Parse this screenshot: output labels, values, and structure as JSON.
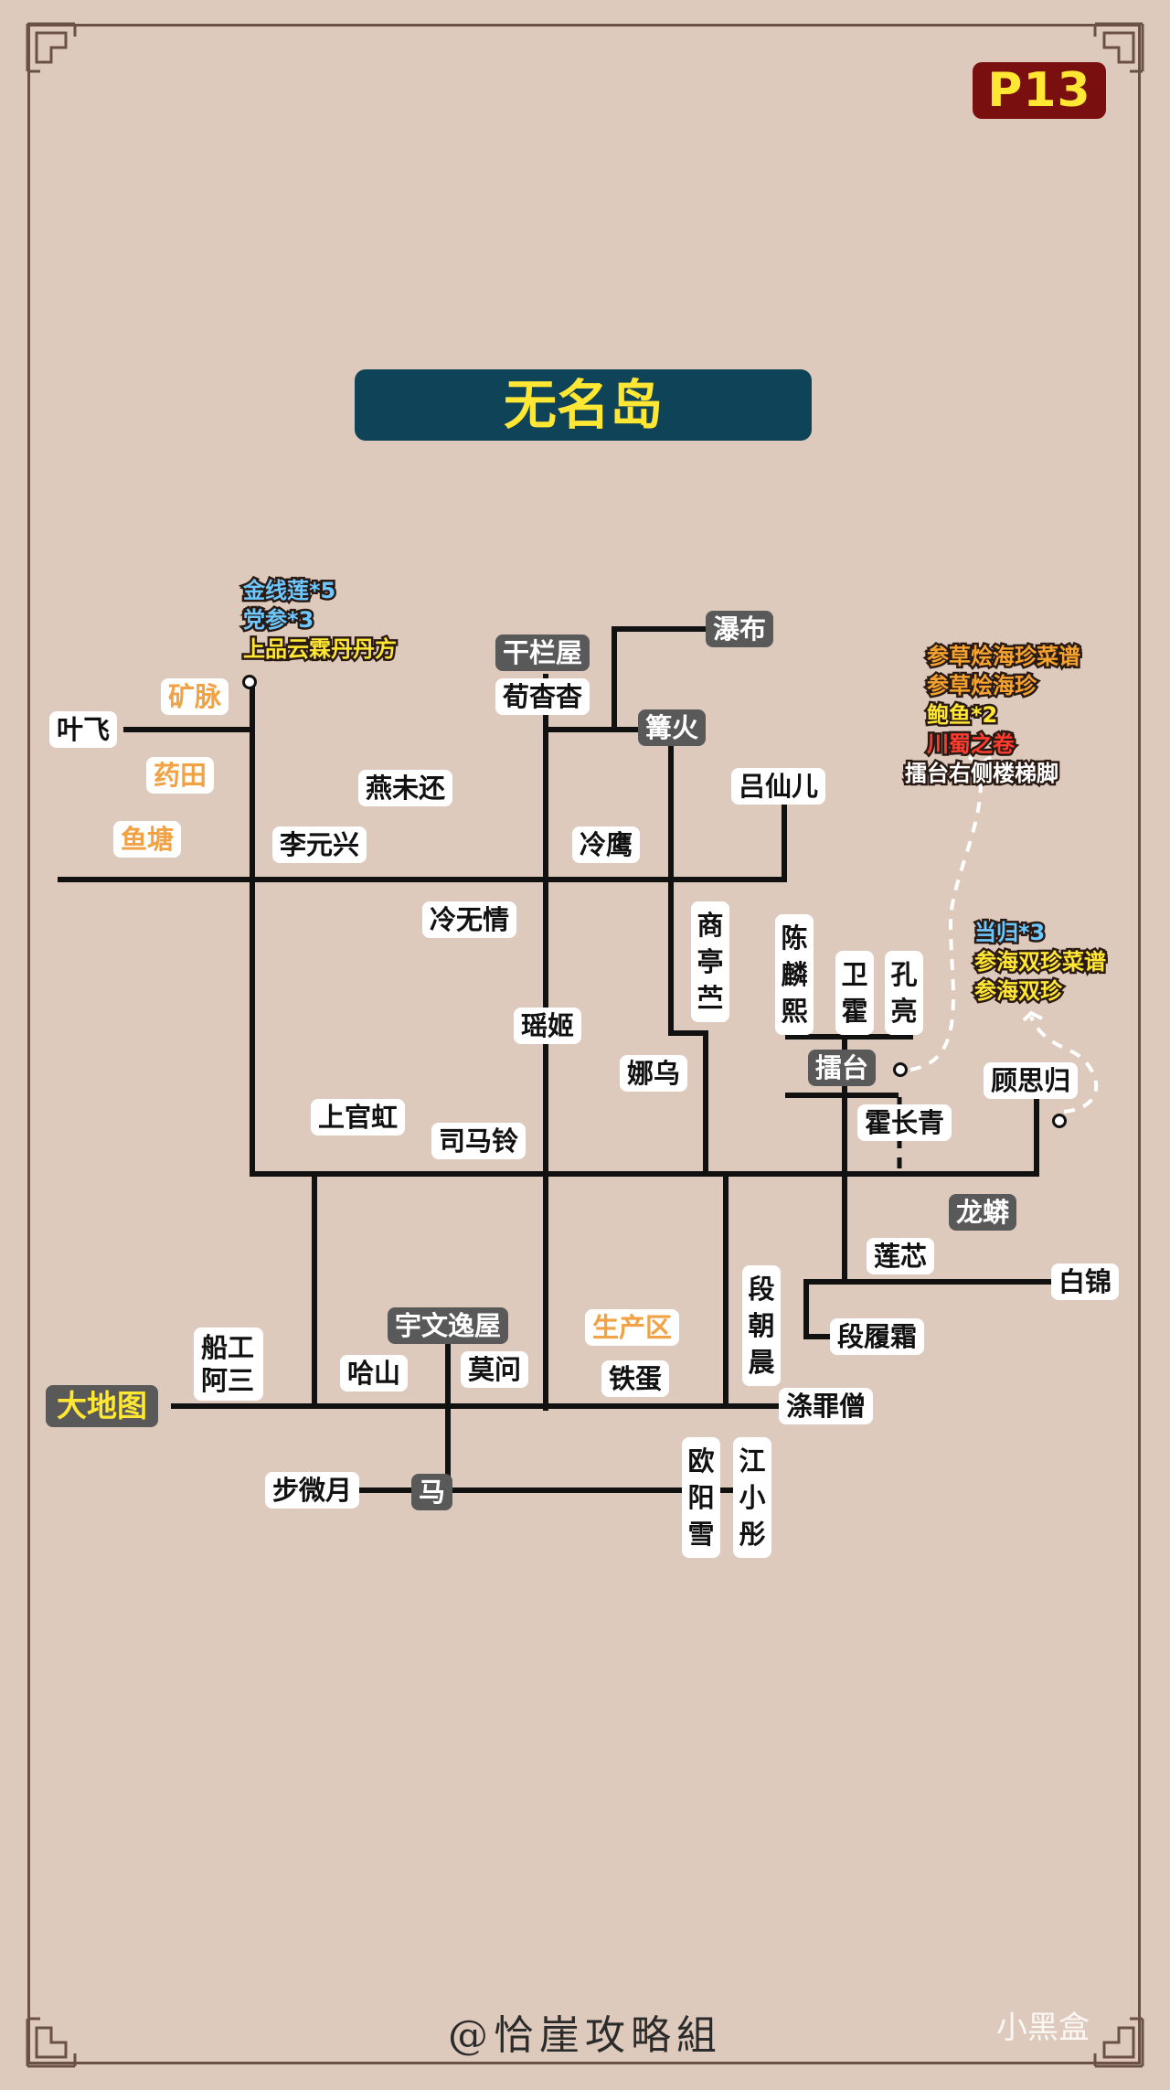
{
  "page_badge": "P13",
  "title": "无名岛",
  "colors": {
    "background": "#decabc",
    "road": "#111111",
    "title_bg": "#0e4358",
    "accent_yellow": "#ffe733",
    "dark_label": "#595959",
    "orange_label": "#f0a245"
  },
  "locations": {
    "world_map": "大地图",
    "ganlan_house": "干栏屋",
    "waterfall": "瀑布",
    "bonfire": "篝火",
    "arena": "擂台",
    "longmang": "龙蟒",
    "yuwen_house": "宇文逸屋",
    "horse": "马",
    "mine": "矿脉",
    "herb_field": "药田",
    "fish_pond": "鱼塘",
    "production": "生产区"
  },
  "npcs": {
    "yefei": "叶飞",
    "yanmohuan": "燕未还",
    "liyuanxing": "李元兴",
    "xunxiang": "荀杳杳",
    "lengying": "冷鹰",
    "lvxianer": "吕仙儿",
    "lengwuqing": "冷无情",
    "shangtingzhu": "商亭苎",
    "chenlinxi": "陈麟熙",
    "weiling": "卫霍",
    "kongliang": "孔亮",
    "yaoji": "瑶姬",
    "nawu": "娜乌",
    "gusigui": "顾思归",
    "shangguanhong": "上官虹",
    "simaling": "司马铃",
    "huochangqing": "霍长青",
    "lianxin": "莲芯",
    "baijin": "白锦",
    "chuangong": "船工阿三",
    "hashan": "哈山",
    "mowen": "莫问",
    "tiedan": "铁蛋",
    "duanzhaochen": "段朝晨",
    "duanlushuang": "段履霜",
    "tuzuiseng": "涤罪僧",
    "buweiyue": "步微月",
    "ouyangxue": "欧阳雪",
    "jiangxiaotong": "江小彤"
  },
  "notes": {
    "mine_loot": [
      "金线莲*5",
      "党参*3",
      "上品云霖丹丹方"
    ],
    "arena_loot": [
      "参草烩海珍菜谱",
      "参草烩海珍",
      "鲍鱼*2",
      "川蜀之卷",
      "擂台右侧楼梯脚"
    ],
    "gusigui_loot": [
      "当归*3",
      "参海双珍菜谱",
      "参海双珍"
    ]
  },
  "footer": "@恰崖攻略組",
  "watermark": "小黑盒"
}
